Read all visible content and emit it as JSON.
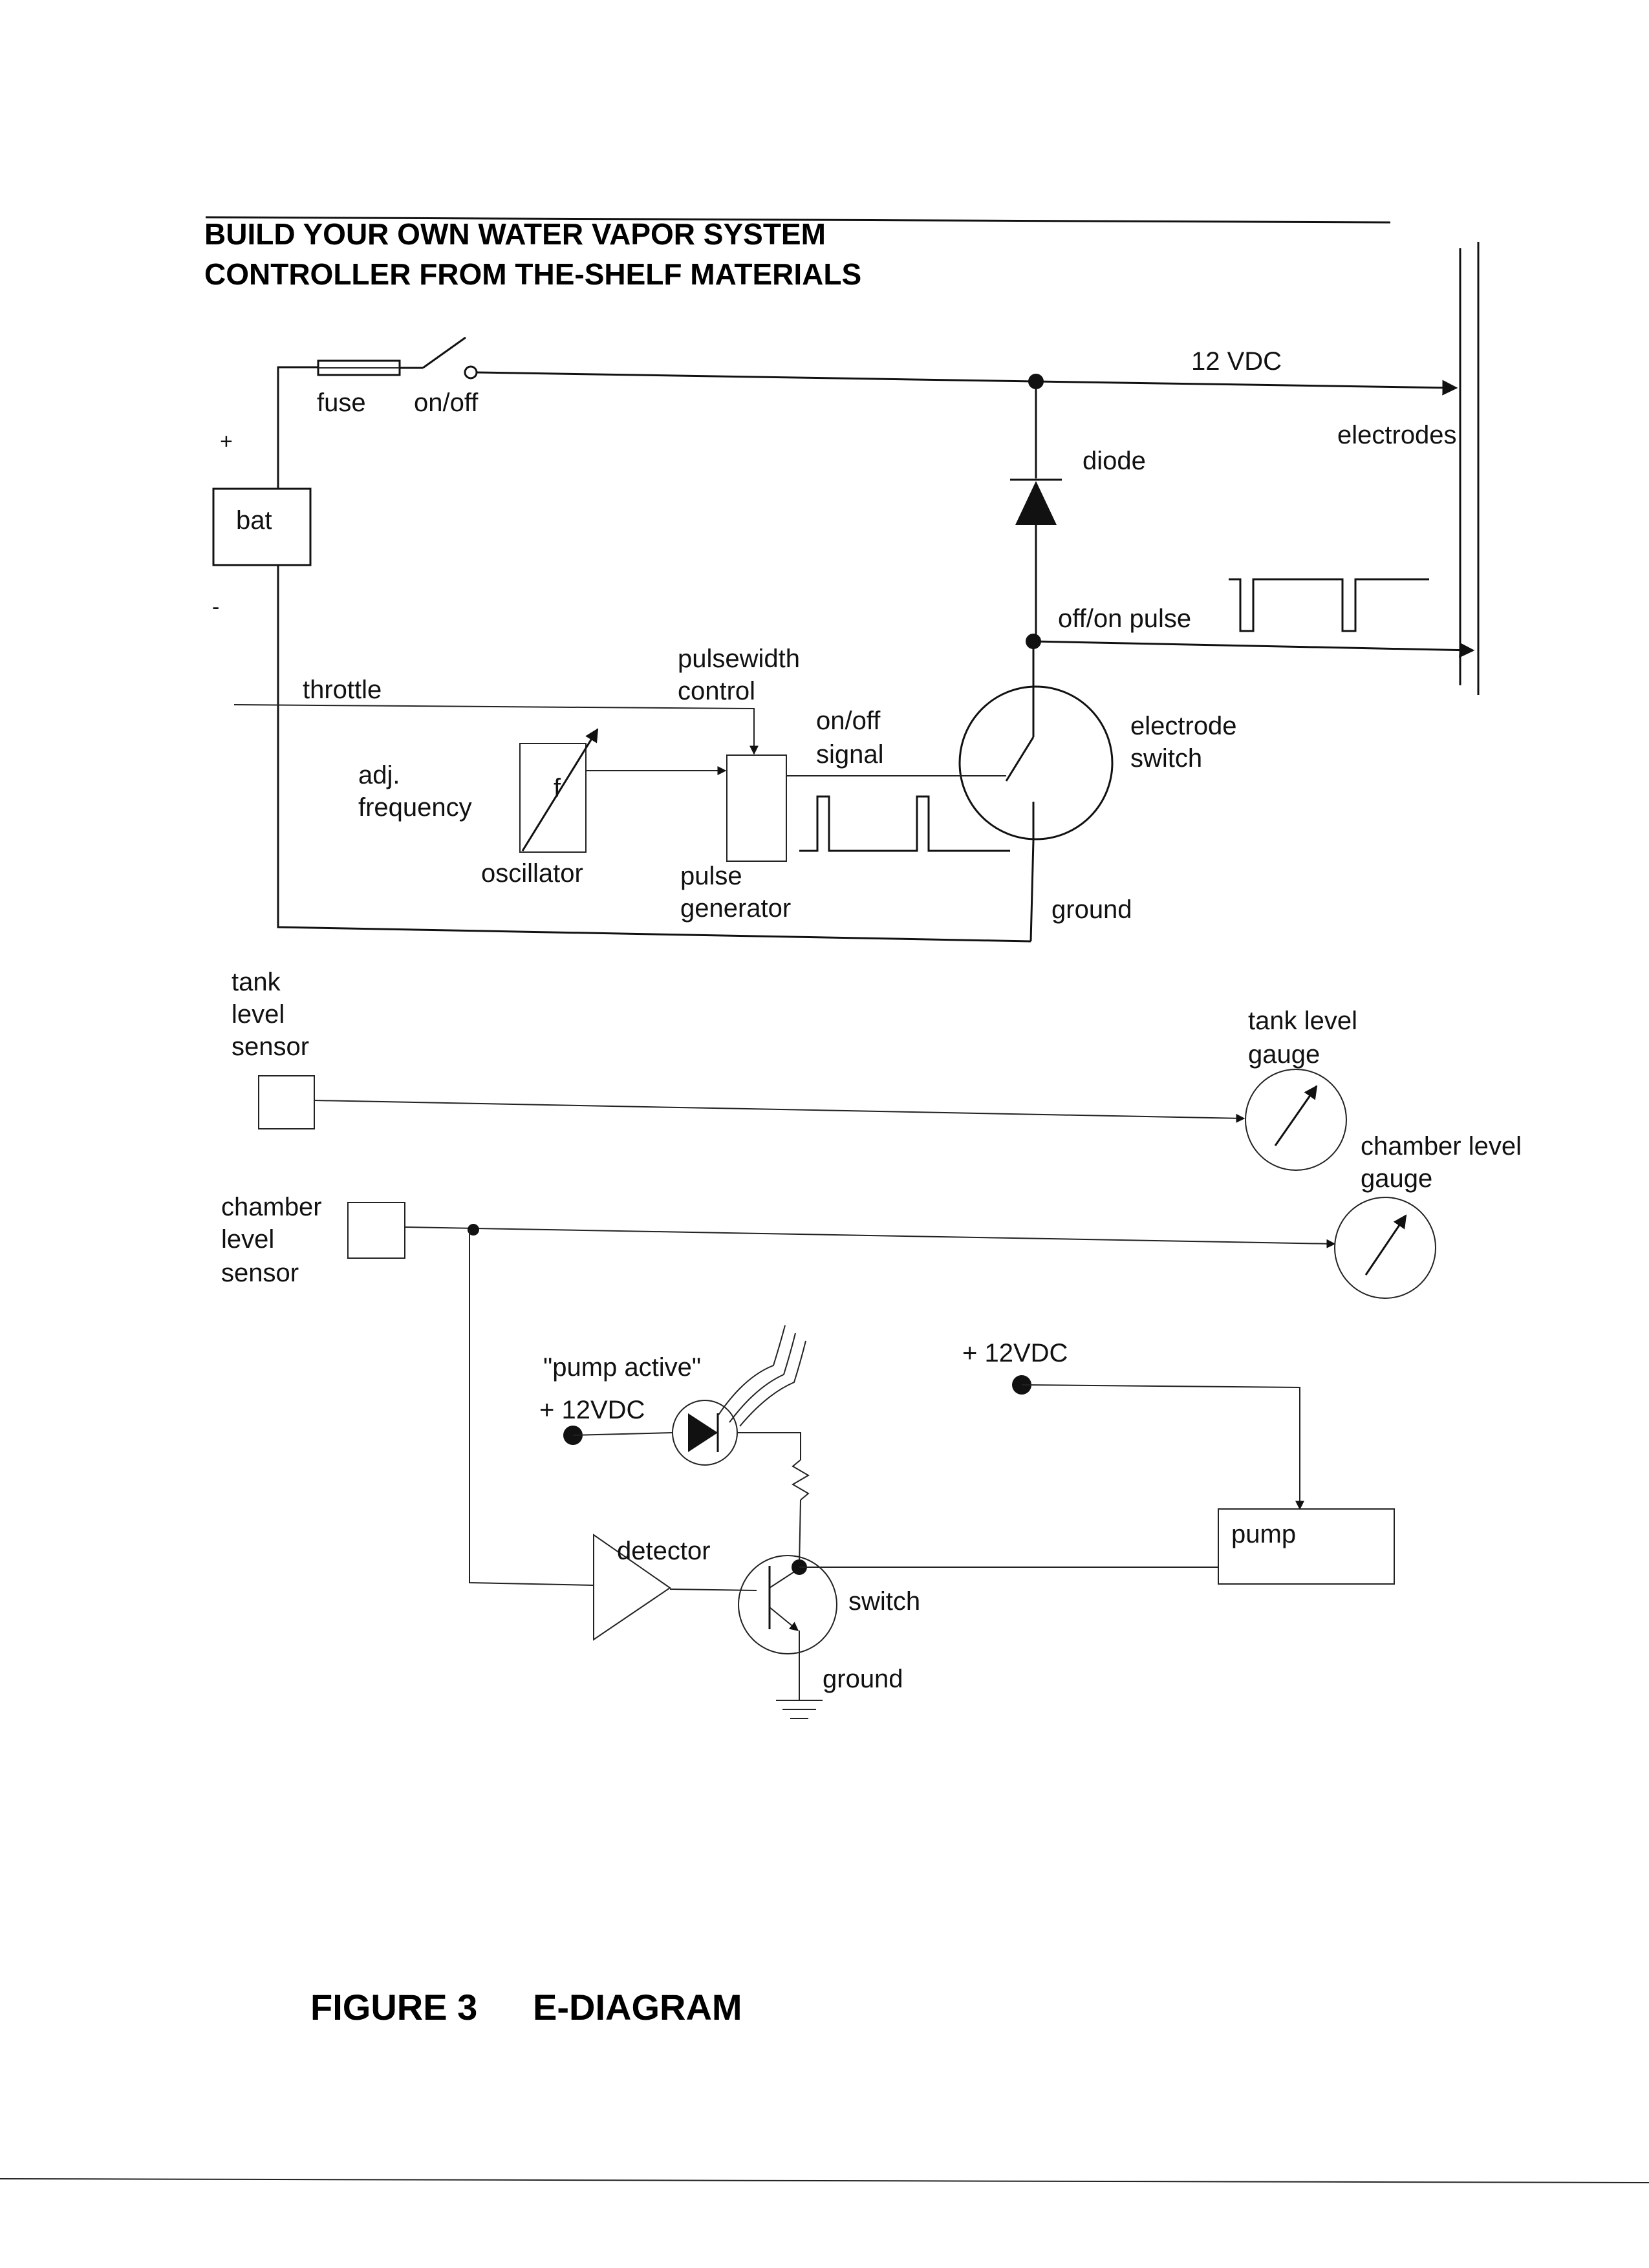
{
  "title": {
    "line1": "BUILD YOUR OWN WATER VAPOR SYSTEM",
    "line2": "CONTROLLER FROM THE-SHELF MATERIALS"
  },
  "labels": {
    "plus": "+",
    "minus": "-",
    "bat": "bat",
    "fuse": "fuse",
    "on_off": "on/off",
    "vdc12": "12 VDC",
    "electrodes": "electrodes",
    "diode": "diode",
    "off_on_pulse": "off/on pulse",
    "throttle": "throttle",
    "pulsewidth_1": "pulsewidth",
    "pulsewidth_2": "control",
    "onoff_signal_1": "on/off",
    "onoff_signal_2": "signal",
    "electrode_switch_1": "electrode",
    "electrode_switch_2": "switch",
    "adj_freq_1": "adj.",
    "adj_freq_2": "frequency",
    "f": "f",
    "oscillator": "oscillator",
    "pulse_gen_1": "pulse",
    "pulse_gen_2": "generator",
    "ground_top": "ground",
    "tank_sensor_1": "tank",
    "tank_sensor_2": "level",
    "tank_sensor_3": "sensor",
    "tank_gauge_1": "tank level",
    "tank_gauge_2": "gauge",
    "chamber_gauge_1": "chamber level",
    "chamber_gauge_2": "gauge",
    "chamber_sensor_1": "chamber",
    "chamber_sensor_2": "level",
    "chamber_sensor_3": "sensor",
    "pump_active": "\"pump active\"",
    "vdc12_led": "+ 12VDC",
    "vdc12_pump": "+ 12VDC",
    "pump": "pump",
    "detector": "detector",
    "switch": "switch",
    "ground_bottom": "ground"
  },
  "caption": {
    "figure": "FIGURE 3",
    "name": "E-DIAGRAM"
  }
}
